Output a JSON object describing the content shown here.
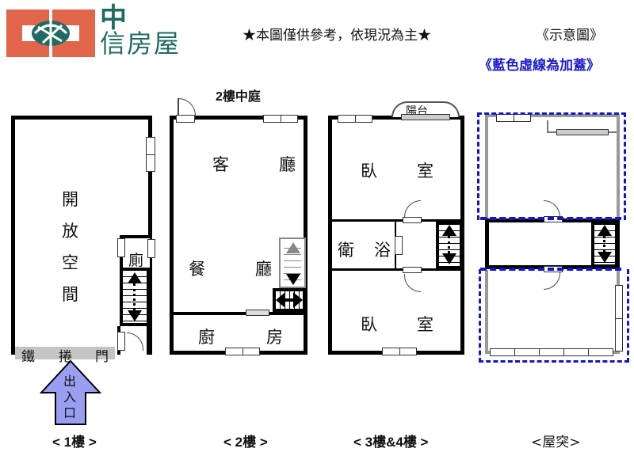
{
  "header": {
    "logo": {
      "char_top": "中",
      "chars_bottom": "信房屋",
      "brand_color": "#e0654a",
      "text_color": "#1f6b63"
    },
    "notice": "★本圖僅供參考，依現況為主★",
    "schematic_label": "《示意圖》",
    "addon_note": "《藍色虛線為加蓋》",
    "addon_color": "#1515c8"
  },
  "floor1": {
    "label": "< 1樓 >",
    "rooms": {
      "open_space": [
        "開",
        "放",
        "空",
        "間"
      ],
      "toilet": "廁"
    },
    "rolling_door": [
      "鐵",
      "捲",
      "門"
    ],
    "entrance": {
      "text": [
        "出",
        "入",
        "口"
      ],
      "arrow_color": "#9a9ef0"
    }
  },
  "floor2": {
    "label": "< 2樓 >",
    "courtyard": "2樓中庭",
    "rooms": {
      "living": [
        "客",
        "廳"
      ],
      "dining": [
        "餐",
        "廳"
      ],
      "kitchen": [
        "廚",
        "房"
      ]
    }
  },
  "floor34": {
    "label": "< 3樓&4樓 >",
    "balcony": "陽台",
    "rooms": {
      "bedroom_top": [
        "臥",
        "室"
      ],
      "bathroom": [
        "衛",
        "浴"
      ],
      "bedroom_bottom": [
        "臥",
        "室"
      ]
    }
  },
  "roof": {
    "label": "<屋突>"
  }
}
